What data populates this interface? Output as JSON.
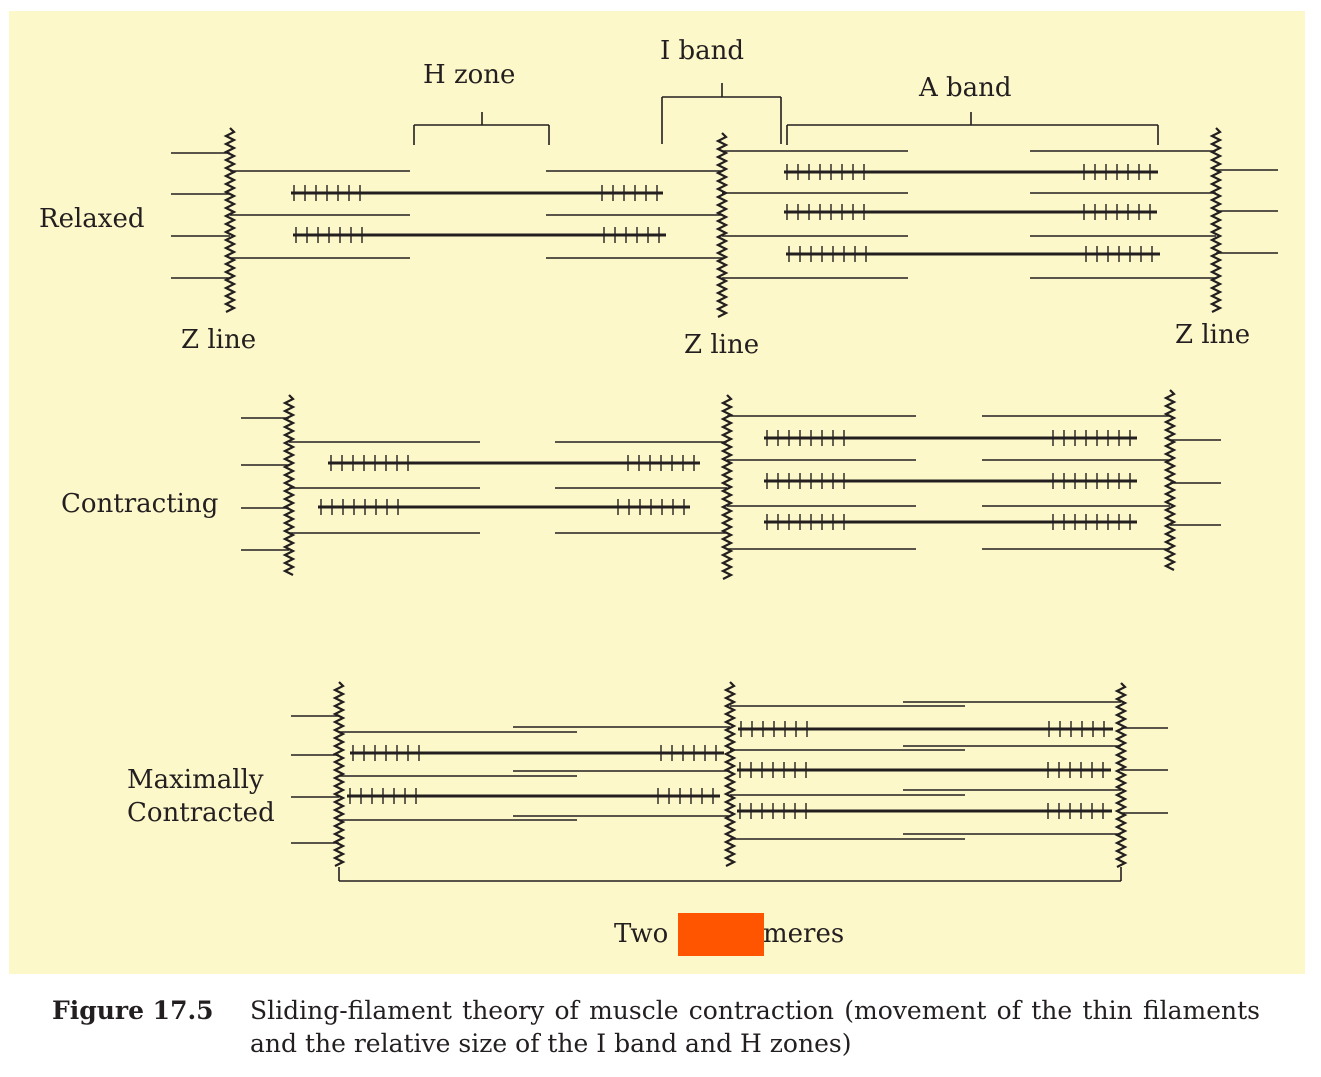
{
  "colors": {
    "panel_bg": "#fdf8c9",
    "ink": "#231f20",
    "redaction": "#ff5500"
  },
  "labels": {
    "i_band": "I band",
    "h_zone": "H zone",
    "a_band": "A band",
    "z_line": "Z line",
    "relaxed": "Relaxed",
    "contracting": "Contracting",
    "maximally_1": "Maximally",
    "maximally_2": "Contracted",
    "two": "Two",
    "meres": "meres"
  },
  "caption": {
    "label": "Figure 17.5",
    "text": "Sliding-filament theory of muscle contraction (movement of the thin filaments and the relative size of the I band and H zones)"
  }
}
